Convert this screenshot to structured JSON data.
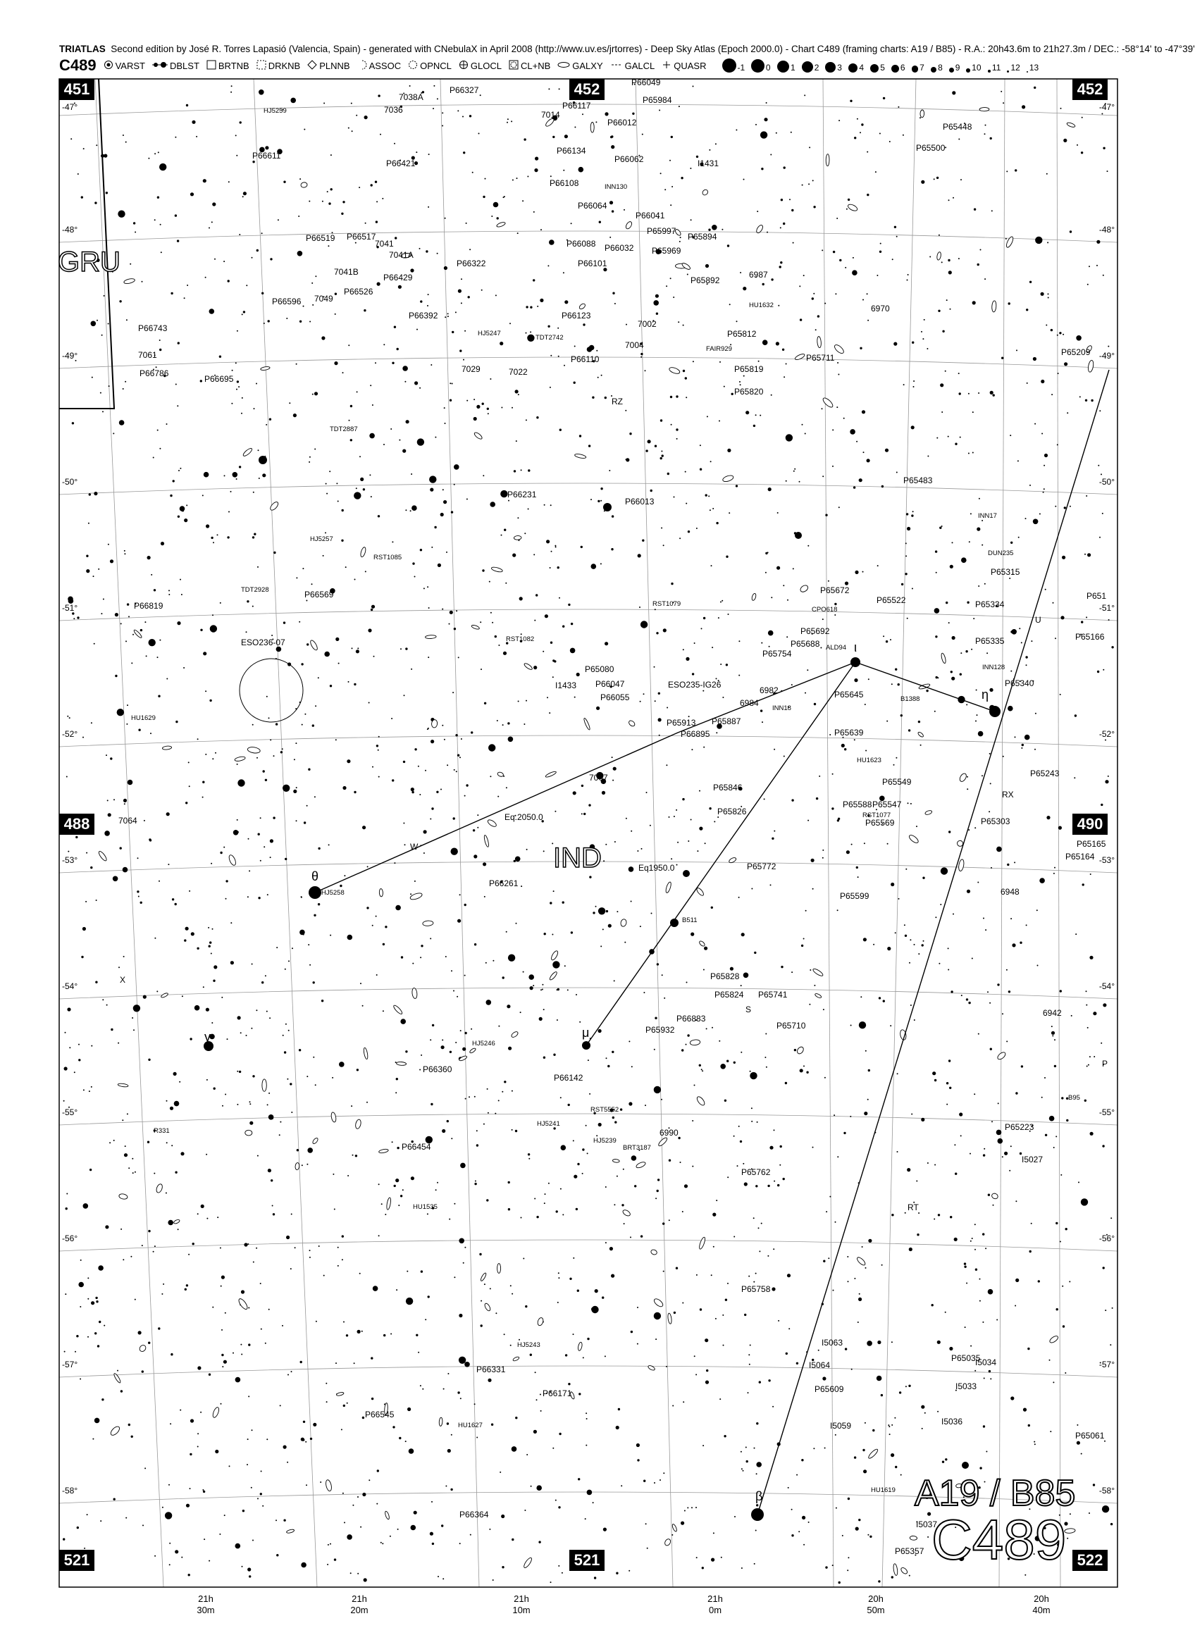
{
  "header": {
    "brand": "TRIATLAS",
    "text": "Second edition by José R. Torres Lapasió (Valencia, Spain) - generated with CNebulaX in April 2008 (http://www.uv.es/jrtorres) - Deep Sky Atlas (Epoch 2000.0) -  Chart C489 (framing charts: A19 / B85) - R.A.: 20h43.6m to 21h27.3m / DEC.: -58°14' to -47°39'"
  },
  "legend": {
    "chart_code": "C489",
    "items": [
      {
        "sym": "varst",
        "label": "VARST"
      },
      {
        "sym": "dblst",
        "label": "DBLST"
      },
      {
        "sym": "brtnb",
        "label": "BRTNB"
      },
      {
        "sym": "drknb",
        "label": "DRKNB"
      },
      {
        "sym": "plnnb",
        "label": "PLNNB"
      },
      {
        "sym": "assoc",
        "label": "ASSOC"
      },
      {
        "sym": "opncl",
        "label": "OPNCL"
      },
      {
        "sym": "glocl",
        "label": "GLOCL"
      },
      {
        "sym": "clnb",
        "label": "CL+NB"
      },
      {
        "sym": "galxy",
        "label": "GALXY"
      },
      {
        "sym": "galcl",
        "label": "GALCL"
      },
      {
        "sym": "quasr",
        "label": "QUASR"
      }
    ],
    "magnitudes": [
      "-1",
      "0",
      "1",
      "2",
      "3",
      "4",
      "5",
      "6",
      "7",
      "8",
      "9",
      "10",
      "11",
      "12",
      "13"
    ]
  },
  "corners": {
    "tl": "451",
    "tc": "452",
    "tr": "452",
    "ml": "488",
    "mr": "490",
    "bl": "521",
    "bc": "521",
    "br": "522"
  },
  "framing": {
    "big_ref": "A19 / B85",
    "big_code": "C489"
  },
  "constellations": {
    "ind": "IND",
    "gru": "GRU"
  },
  "dec_labels": [
    "-47°",
    "-48°",
    "-49°",
    "-50°",
    "-51°",
    "-52°",
    "-53°",
    "-54°",
    "-55°",
    "-56°",
    "-57°",
    "-58°"
  ],
  "ra_labels": [
    {
      "h": "21h",
      "m": "30m"
    },
    {
      "h": "21h",
      "m": "20m"
    },
    {
      "h": "21h",
      "m": "10m"
    },
    {
      "h": "21h",
      "m": "0m"
    },
    {
      "h": "20h",
      "m": "50m"
    },
    {
      "h": "20h",
      "m": "40m"
    }
  ],
  "greek": {
    "theta": "θ",
    "mu": "μ",
    "iota": "ι",
    "eta": "η",
    "gamma": "γ",
    "beta": "β"
  },
  "objects": [
    "7038A",
    "7036",
    "P66327",
    "7014",
    "P66117",
    "P66049",
    "P65984",
    "P66012",
    "HJ5259",
    "P66611",
    "P66421",
    "P66134",
    "P66062",
    "I1431",
    "P65448",
    "P65500",
    "P66108",
    "INN130",
    "P66064",
    "P66041",
    "P65997",
    "P65894",
    "P66088",
    "P66032",
    "P65969",
    "P66101",
    "P65892",
    "6987",
    "HU1632",
    "6970",
    "P66519",
    "P66517",
    "7041",
    "7041A",
    "P66322",
    "7041B",
    "P66429",
    "P66526",
    "P66596",
    "7049",
    "P66392",
    "HJ5247",
    "P66123",
    "TDT2742",
    "7002",
    "P65812",
    "FAIR929",
    "7004",
    "P66743",
    "7061",
    "P66786",
    "P66695",
    "7029",
    "7022",
    "P66110",
    "P65819",
    "P65711",
    "P65209",
    "P65820",
    "RZ",
    "TDT2887",
    "P66231",
    "P66013",
    "P65483",
    "INN17",
    "DUN235",
    "HJ5257",
    "RST1085",
    "P65315",
    "TDT2928",
    "P66569",
    "P66819",
    "RST1079",
    "P65672",
    "P65522",
    "P651",
    "CPO618",
    "P65334",
    "U",
    "ESO236-07",
    "RST1082",
    "P65692",
    "P65335",
    "P65166",
    "P65688",
    "ALD94",
    "INN128",
    "P65754",
    "P65080",
    "P66047",
    "I1433",
    "ESO235-IG26",
    "6982",
    "P66055",
    "6984",
    "INN18",
    "P65645",
    "B1388",
    "P65340",
    "HU1629",
    "P65913",
    "P65887",
    "P66895",
    "P65639",
    "7007",
    "HU1623",
    "P65243",
    "P65549",
    "P65846",
    "P65588",
    "P65547",
    "RX",
    "RST1077",
    "P65826",
    "P65569",
    "7064",
    "Eq.2050.0",
    "W",
    "P65303",
    "P65165",
    "P65164",
    "Eq1950.0",
    "P65772",
    "P66261",
    "HJ5258",
    "6948",
    "P65599",
    "B511",
    "X",
    "P65828",
    "P65824",
    "P65741",
    "S",
    "P66883",
    "6942",
    "P65710",
    "P65932",
    "HJ5246",
    "P66360",
    "P66142",
    "P",
    "B95",
    "RST5552",
    "HJ5241",
    "HJ5239",
    "6990",
    "BRT3187",
    "R331",
    "P65223",
    "P66454",
    "P65762",
    "I5027",
    "HU1535",
    "RT",
    "P65758",
    "HJ5243",
    "I5063",
    "P65035",
    "I5034",
    "P66331",
    "I5064",
    "P65609",
    "I5033",
    "P66171",
    "P66545",
    "HU1627",
    "I5036",
    "I5059",
    "P65061",
    "HU1619",
    "I5037",
    "P66364",
    "P65357"
  ]
}
